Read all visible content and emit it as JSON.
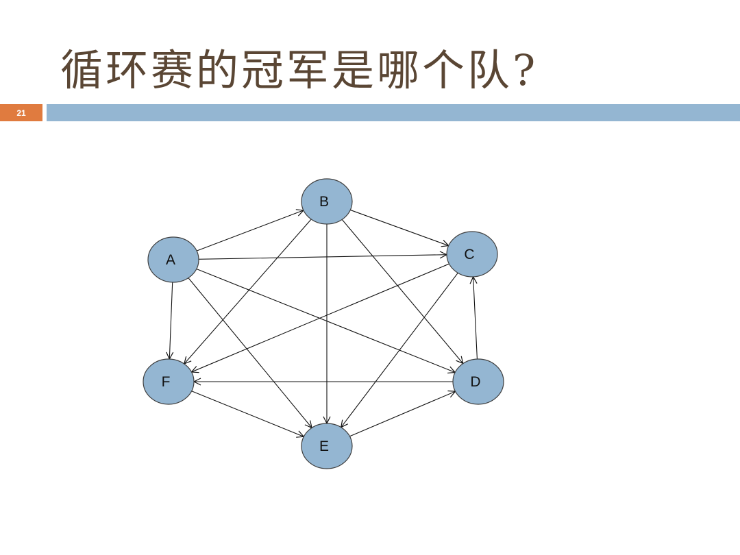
{
  "slide": {
    "title": "循环赛的冠军是哪个队?",
    "page_number": "21"
  },
  "colors": {
    "title": "#5a4634",
    "accent_bar": "#94b6d2",
    "page_number_box": "#e07b3f",
    "node_fill": "#94b6d2"
  },
  "graph": {
    "nodes": [
      {
        "id": "A",
        "label": "A"
      },
      {
        "id": "B",
        "label": "B"
      },
      {
        "id": "C",
        "label": "C"
      },
      {
        "id": "D",
        "label": "D"
      },
      {
        "id": "E",
        "label": "E"
      },
      {
        "id": "F",
        "label": "F"
      }
    ],
    "edges": [
      {
        "from": "A",
        "to": "B"
      },
      {
        "from": "A",
        "to": "C"
      },
      {
        "from": "A",
        "to": "D"
      },
      {
        "from": "A",
        "to": "E"
      },
      {
        "from": "A",
        "to": "F"
      },
      {
        "from": "B",
        "to": "C"
      },
      {
        "from": "B",
        "to": "D"
      },
      {
        "from": "B",
        "to": "E"
      },
      {
        "from": "B",
        "to": "F"
      },
      {
        "from": "C",
        "to": "E"
      },
      {
        "from": "C",
        "to": "F"
      },
      {
        "from": "D",
        "to": "C"
      },
      {
        "from": "D",
        "to": "F"
      },
      {
        "from": "E",
        "to": "D"
      },
      {
        "from": "F",
        "to": "E"
      }
    ]
  }
}
